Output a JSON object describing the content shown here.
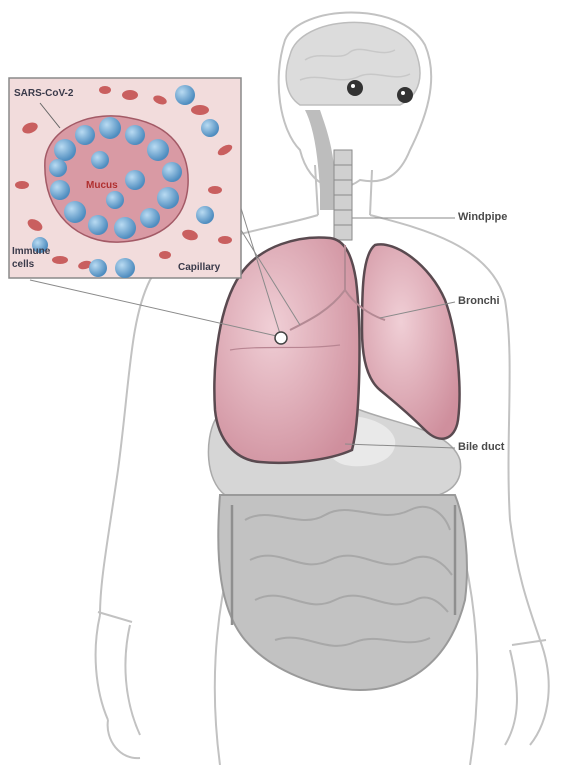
{
  "labels": {
    "windpipe": "Windpipe",
    "bronchi": "Bronchi",
    "bile_duct": "Bile duct"
  },
  "inset": {
    "virus": "SARS-CoV-2",
    "mucus": "Mucus",
    "immune_line1": "Immune",
    "immune_line2": "cells",
    "capillary": "Capillary"
  },
  "colors": {
    "lung_fill": "#e3b5bf",
    "lung_outline": "#5a4a50",
    "organ_gray": "#c4c4c4",
    "body_outline": "#b8b8b8",
    "virus_blue": "#6fa7d0",
    "blood_red": "#c24a4a",
    "inset_bg": "#f2d8d8"
  }
}
